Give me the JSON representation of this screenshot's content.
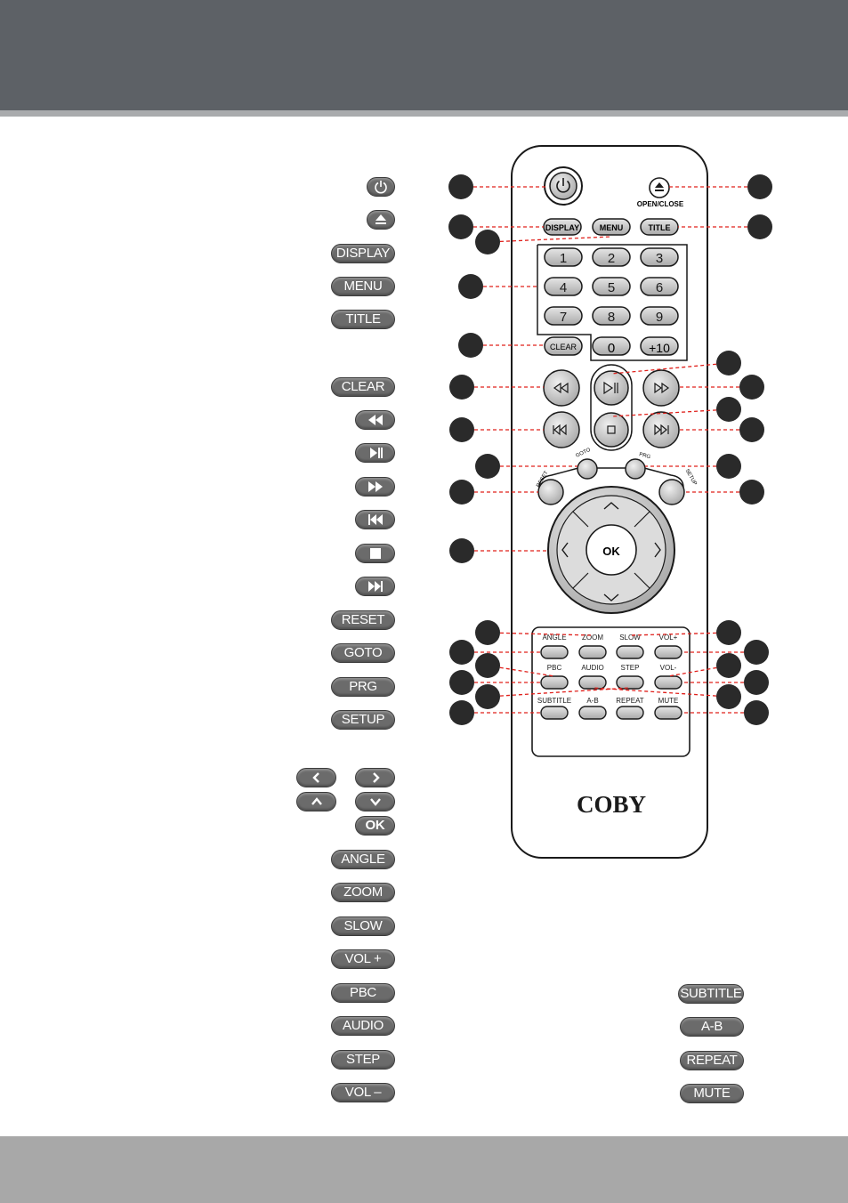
{
  "legend_left": {
    "display": "DISPLAY",
    "menu": "MENU",
    "title": "TITLE",
    "clear": "CLEAR",
    "reset": "RESET",
    "goto": "GOTO",
    "prg": "PRG",
    "setup": "SETUP",
    "ok": "OK",
    "angle": "ANGLE",
    "zoom": "ZOOM",
    "slow": "SLOW",
    "vol_plus": "VOL +",
    "pbc": "PBC",
    "audio": "AUDIO",
    "step": "STEP",
    "vol_minus": "VOL –"
  },
  "legend_right": {
    "subtitle": "SUBTITLE",
    "ab": "A-B",
    "repeat": "REPEAT",
    "mute": "MUTE"
  },
  "remote": {
    "open_close": "OPEN/CLOSE",
    "display": "DISPLAY",
    "menu": "MENU",
    "title": "TITLE",
    "digits": [
      "1",
      "2",
      "3",
      "4",
      "5",
      "6",
      "7",
      "8",
      "9"
    ],
    "clear": "CLEAR",
    "zero": "0",
    "plus10": "+10",
    "goto": "GOTO",
    "prg": "PRG",
    "reset": "RESET",
    "setup": "SETUP",
    "ok": "OK",
    "row1": [
      "ANGLE",
      "ZOOM",
      "SLOW",
      "VOL+"
    ],
    "row2": [
      "PBC",
      "AUDIO",
      "STEP",
      "VOL-"
    ],
    "row3": [
      "SUBTITLE",
      "A-B",
      "REPEAT",
      "MUTE"
    ],
    "brand": "COBY"
  },
  "colors": {
    "header": "#5d6166",
    "callout_line": "#e0201b",
    "callout_dot": "#2a2a2a",
    "button_fill": "#c9c9c9"
  }
}
